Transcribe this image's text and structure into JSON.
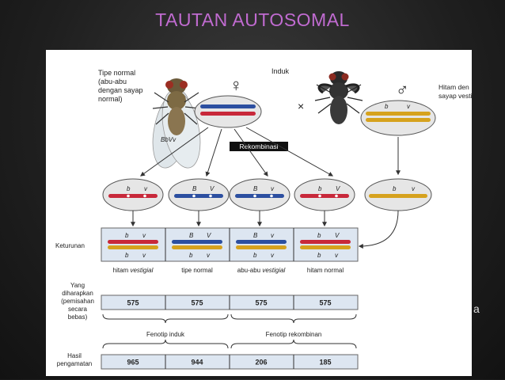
{
  "slide": {
    "title": "TAUTAN  AUTOSOMAL",
    "side_letter": "a"
  },
  "colors": {
    "red": "#c8283a",
    "blue": "#2c4fa0",
    "yellow": "#d6a21e",
    "ellipse": "#e6e6e6",
    "table_fill": "#dde6f1",
    "title": "#c06bd0"
  },
  "parents": {
    "induk_label": "Induk",
    "female_symbol": "♀",
    "male_symbol": "♂",
    "cross_symbol": "×",
    "normal_desc": [
      "Tipe normal",
      "(abu-abu",
      "dengan sayap",
      "normal)"
    ],
    "female_genotype": "BbVv",
    "male_desc": [
      "Hitam den",
      "sayap vesti"
    ],
    "male_alleles": [
      "b",
      "v"
    ]
  },
  "recombination_label": "Rekombinasi",
  "gametes": [
    {
      "alleles": [
        "b",
        "v"
      ],
      "color": "red"
    },
    {
      "alleles": [
        "B",
        "V"
      ],
      "color": "blue"
    },
    {
      "alleles": [
        "B",
        "v"
      ],
      "color": "blue"
    },
    {
      "alleles": [
        "b",
        "V"
      ],
      "color": "red"
    }
  ],
  "male_gamete": {
    "alleles": [
      "b",
      "v"
    ],
    "color": "yellow"
  },
  "offspring": {
    "label": "Keturunan",
    "cells": [
      {
        "top": [
          "b",
          "v"
        ],
        "bottom": [
          "b",
          "v"
        ],
        "top_color": "red",
        "phenotype": "hitam vestigial"
      },
      {
        "top": [
          "B",
          "V"
        ],
        "bottom": [
          "b",
          "v"
        ],
        "top_color": "blue",
        "phenotype": "tipe normal"
      },
      {
        "top": [
          "B",
          "v"
        ],
        "bottom": [
          "b",
          "v"
        ],
        "top_color": "blue",
        "phenotype": "abu-abu vestigial"
      },
      {
        "top": [
          "b",
          "V"
        ],
        "bottom": [
          "b",
          "v"
        ],
        "top_color": "red",
        "phenotype": "hitam normal"
      }
    ]
  },
  "expected": {
    "label": [
      "Yang",
      "diharapkan",
      "(pemisahan",
      "secara",
      "bebas)"
    ],
    "values": [
      "575",
      "575",
      "575",
      "575"
    ]
  },
  "groups": {
    "parental": "Fenotip induk",
    "recombinant": "Fenotip rekombinan"
  },
  "observed": {
    "label": [
      "Hasil",
      "pengamatan"
    ],
    "values": [
      "965",
      "944",
      "206",
      "185"
    ]
  }
}
